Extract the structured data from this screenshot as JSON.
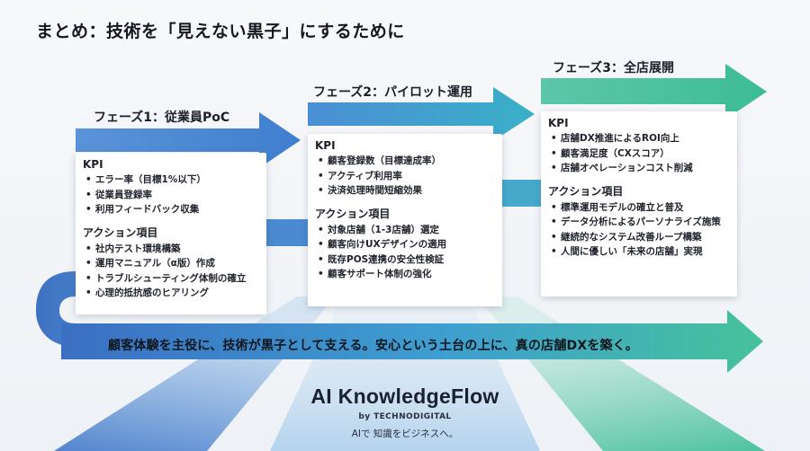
{
  "title": "まとめ：技術を「見えない黒子」にするために",
  "phases": [
    {
      "label": "フェーズ1：従業員PoC",
      "kpi_heading": "KPI",
      "kpi": [
        "エラー率（目標1%以下）",
        "従業員登録率",
        "利用フィードバック収集"
      ],
      "action_heading": "アクション項目",
      "actions": [
        "社内テスト環境構築",
        "運用マニュアル（α版）作成",
        "トラブルシューティング体制の確立",
        "心理的抵抗感のヒアリング"
      ]
    },
    {
      "label": "フェーズ2：パイロット運用",
      "kpi_heading": "KPI",
      "kpi": [
        "顧客登録数（目標達成率）",
        "アクティブ利用率",
        "決済処理時間短縮効果"
      ],
      "action_heading": "アクション項目",
      "actions": [
        "対象店舗（1-3店舗）選定",
        "顧客向けUXデザインの適用",
        "既存POS連携の安全性検証",
        "顧客サポート体制の強化"
      ]
    },
    {
      "label": "フェーズ3：全店展開",
      "kpi_heading": "KPI",
      "kpi": [
        "店舗DX推進によるROI向上",
        "顧客満足度（CXスコア）",
        "店舗オペレーションコスト削減"
      ],
      "action_heading": "アクション項目",
      "actions": [
        "標準運用モデルの確立と普及",
        "データ分析によるパーソナライズ施策",
        "継続的なシステム改善ループ構築",
        "人間に優しい「未来の店舗」実現"
      ]
    }
  ],
  "banner": "顧客体験を主役に、技術が黒子として支える。安心という土台の上に、真の店舗DXを築く。",
  "brand": {
    "name": "AI KnowledgeFlow",
    "by": "by TECHNODIGITAL",
    "tagline": "AIで 知識をビジネスへ。"
  },
  "colors": {
    "phase1": "#4a86d0",
    "phase2": "#3f9ed8",
    "phase3": "#4bc39a",
    "banner_start": "#3d73c4",
    "banner_end": "#45c29a"
  }
}
